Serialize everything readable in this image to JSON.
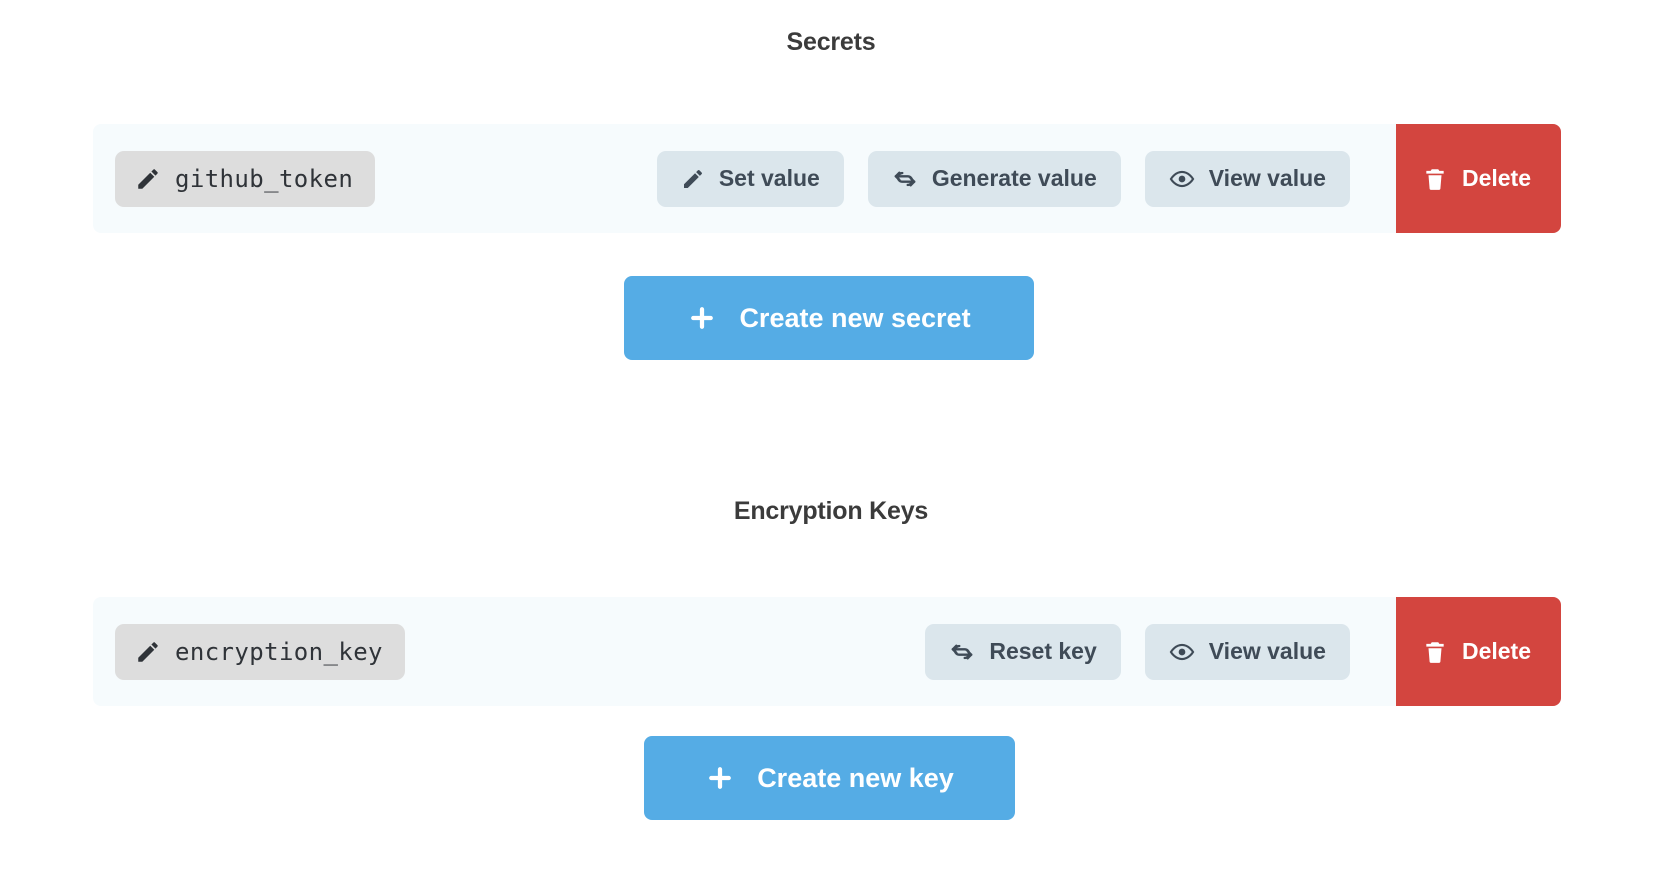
{
  "sections": [
    {
      "id": "secrets",
      "title": "Secrets",
      "item": {
        "name": "github_token",
        "name_icon": "pencil-icon",
        "actions": [
          {
            "label": "Set value",
            "icon": "pencil-icon",
            "style": "secondary"
          },
          {
            "label": "Generate value",
            "icon": "refresh-icon",
            "style": "secondary"
          },
          {
            "label": "View value",
            "icon": "eye-icon",
            "style": "secondary"
          },
          {
            "label": "Delete",
            "icon": "trash-icon",
            "style": "danger"
          }
        ]
      },
      "create_button": {
        "label": "Create new secret",
        "icon": "plus-icon"
      }
    },
    {
      "id": "keys",
      "title": "Encryption Keys",
      "item": {
        "name": "encryption_key",
        "name_icon": "pencil-icon",
        "actions": [
          {
            "label": "Reset key",
            "icon": "refresh-icon",
            "style": "secondary"
          },
          {
            "label": "View value",
            "icon": "eye-icon",
            "style": "secondary"
          },
          {
            "label": "Delete",
            "icon": "trash-icon",
            "style": "danger"
          }
        ]
      },
      "create_button": {
        "label": "Create new key",
        "icon": "plus-icon"
      }
    }
  ],
  "colors": {
    "page_background": "#ffffff",
    "row_background": "#f6fbfd",
    "chip_background": "#dddddd",
    "secondary_button": "#dbe6ec",
    "primary_button": "#55ace5",
    "danger_button": "#d3453f",
    "heading_text": "#3b3b3b",
    "body_text": "#3f4b57"
  }
}
